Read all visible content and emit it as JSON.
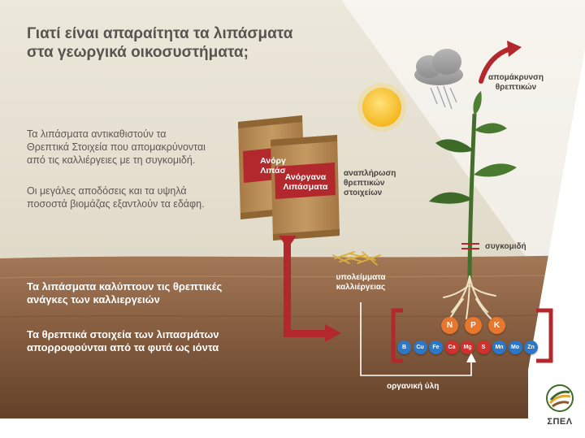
{
  "title": [
    "Γιατί είναι απαραίτητα τα λιπάσματα",
    "στα γεωργικά οικοσυστήματα;"
  ],
  "intro": {
    "p1": [
      "Τα λιπάσματα αντικαθιστούν τα",
      "Θρεπτικά Στοιχεία που απομακρύνονται",
      "από τις καλλιέργειες με τη συγκομιδή."
    ],
    "p2": [
      "Οι μεγάλες αποδόσεις και τα υψηλά",
      "ποσοστά βιομάζας εξαντλούν τα εδάφη."
    ]
  },
  "soil_text": {
    "s1": [
      "Τα λιπάσματα καλύπτουν τις θρεπτικές",
      "ανάγκες των καλλιεργειών"
    ],
    "s2": [
      "Τα θρεπτικά στοιχεία των λιπασμάτων",
      "απορροφούνται από τα φυτά ως ιόντα"
    ]
  },
  "bags": {
    "back_label": [
      "Ανόργ",
      "Λιπάσ"
    ],
    "front_label": [
      "Ανόργανα",
      "Λιπάσματα"
    ]
  },
  "labels": {
    "replenish": [
      "αναπλήρωση",
      "θρεπτικών",
      "στοιχείων"
    ],
    "removal": [
      "απομάκρυνση",
      "θρεπτικών"
    ],
    "harvest": "συγκομιδή",
    "residues": [
      "υπολείμματα",
      "καλλιέργειας"
    ],
    "organic": "οργανική ύλη"
  },
  "nutrients_major": [
    {
      "label": "N",
      "color": "#e8772e"
    },
    {
      "label": "P",
      "color": "#e8772e"
    },
    {
      "label": "K",
      "color": "#e8772e"
    }
  ],
  "nutrients_minor": [
    {
      "label": "B",
      "color": "#2b78c8"
    },
    {
      "label": "Cu",
      "color": "#2b78c8"
    },
    {
      "label": "Fe",
      "color": "#2b78c8"
    },
    {
      "label": "Ca",
      "color": "#d0312d"
    },
    {
      "label": "Mg",
      "color": "#d0312d"
    },
    {
      "label": "S",
      "color": "#d0312d"
    },
    {
      "label": "Mn",
      "color": "#2b78c8"
    },
    {
      "label": "Mo",
      "color": "#2b78c8"
    },
    {
      "label": "Zn",
      "color": "#2b78c8"
    }
  ],
  "logo": {
    "name": "ΣΠΕΛ"
  },
  "colors": {
    "sky": "#e9e5d8",
    "soil_top": "#9c7252",
    "soil_bottom": "#5a3a22",
    "accent_red": "#b3282d",
    "plant_green": "#3f6b2a",
    "sun": "#f7c52b",
    "bag": "#b98a52"
  }
}
